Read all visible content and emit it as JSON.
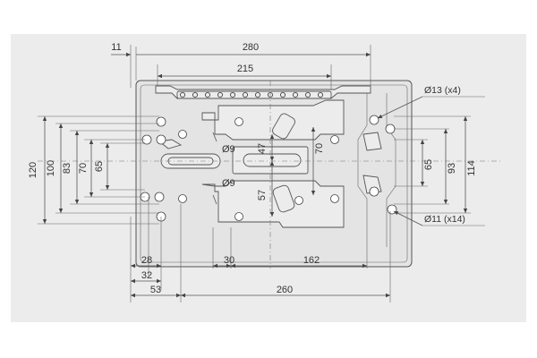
{
  "drawing": {
    "overall_width": "280",
    "top_offset": "11",
    "slot_span": "215",
    "bottom_width": "260",
    "left_offset": "53",
    "hole_offset_32": "32",
    "hole_offset_28": "28",
    "bottom_30": "30",
    "bottom_162": "162",
    "left_120": "120",
    "left_100": "100",
    "left_83": "83",
    "left_70": "70",
    "left_65": "65",
    "center_47": "47",
    "center_57": "57",
    "center_70": "70",
    "dia_9_top": "Ø9",
    "dia_9_bottom": "Ø9",
    "right_65": "65",
    "right_93": "93",
    "right_114": "114",
    "callout_13": "Ø13 (x4)",
    "callout_11": "Ø11 (x14)"
  },
  "colors": {
    "background": "#ececec",
    "line": "#555555"
  }
}
